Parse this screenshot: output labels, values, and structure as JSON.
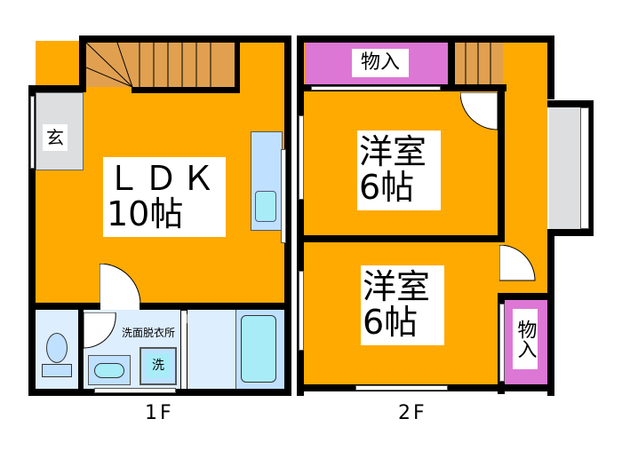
{
  "floors": [
    {
      "id": "1F",
      "caption": "1F",
      "rooms": [
        {
          "key": "ldk",
          "label_line1": "ＬＤＫ",
          "label_line2": "10帖",
          "type": "LDK",
          "size_jo": 10
        },
        {
          "key": "genkan",
          "label": "玄",
          "type": "entrance"
        },
        {
          "key": "senmen",
          "label": "洗面脱衣所",
          "type": "washroom"
        },
        {
          "key": "washer",
          "label": "洗",
          "type": "washing-machine"
        },
        {
          "key": "toilet",
          "type": "toilet"
        },
        {
          "key": "bath",
          "type": "bathroom"
        },
        {
          "key": "stairs",
          "type": "stairs"
        },
        {
          "key": "kitchen",
          "type": "kitchen"
        }
      ]
    },
    {
      "id": "2F",
      "caption": "2F",
      "rooms": [
        {
          "key": "closet_top",
          "label": "物入",
          "type": "closet"
        },
        {
          "key": "western1",
          "label_line1": "洋室",
          "label_line2": "6帖",
          "type": "western-room",
          "size_jo": 6
        },
        {
          "key": "western2",
          "label_line1": "洋室",
          "label_line2": "6帖",
          "type": "western-room",
          "size_jo": 6
        },
        {
          "key": "closet_side",
          "label": "物入",
          "type": "closet"
        },
        {
          "key": "balcony",
          "type": "balcony"
        },
        {
          "key": "stairs",
          "type": "stairs"
        }
      ]
    }
  ],
  "colors": {
    "floor": "#FFAA00",
    "stairs": "#E0A050",
    "closet": "#DD77D5",
    "wet_area": "#DDEEFF",
    "fixture": "#B8E8F8",
    "entrance": "#DCDEE0",
    "wall": "#000000"
  }
}
